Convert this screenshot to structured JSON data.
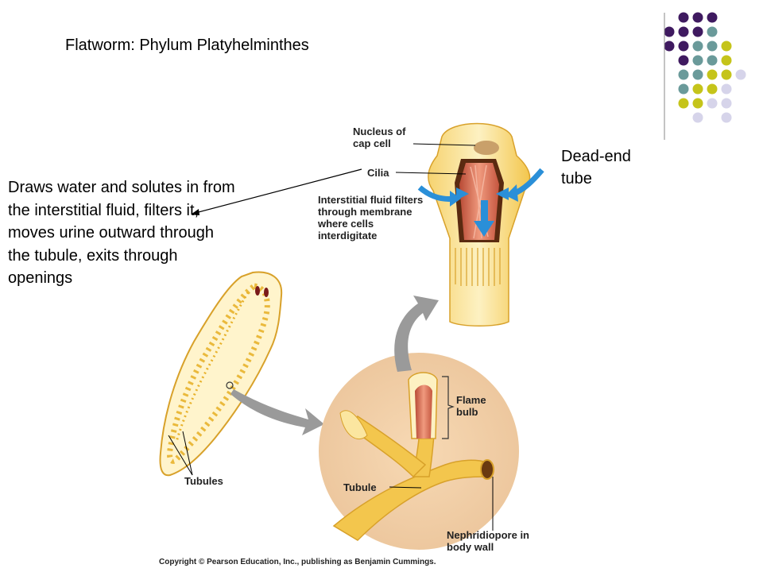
{
  "title": "Flatworm: Phylum Platyhelminthes",
  "description": "Draws water and solutes in from the interstitial fluid, filters it, moves urine outward through the tubule, exits through openings",
  "dead_end_label": "Dead-end tube",
  "labels": {
    "nucleus": "Nucleus of cap cell",
    "cilia": "Cilia",
    "interstitial": "Interstitial fluid filters through membrane where cells interdigitate",
    "flame_bulb": "Flame bulb",
    "tubule": "Tubule",
    "tubules": "Tubules",
    "nephridiopore": "Nephridiopore in body wall"
  },
  "copyright": "Copyright © Pearson Education, Inc., publishing as Benjamin Cummings.",
  "colors": {
    "purple": "#3f1a60",
    "teal": "#6a9a9a",
    "yellow_green": "#c5c41a",
    "lavender": "#d6d4ea",
    "worm": "#f3c64d",
    "muscle": "#d8624a",
    "arrow_blue": "#2a8fd8",
    "arrow_gray": "#9a9a9a"
  }
}
